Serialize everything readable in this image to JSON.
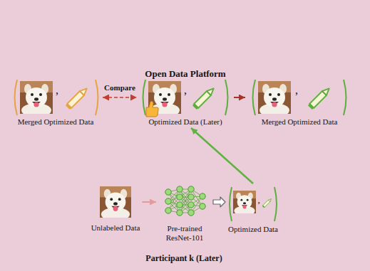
{
  "diagram": {
    "nodes": [
      {
        "text": [
          "Open Data Platform"
        ]
      },
      {
        "text": [
          "Merged Optimized Data"
        ],
        "in": 0
      },
      {
        "text": [
          "Optimized Data (Later)"
        ],
        "in": 0
      },
      {
        "text": [
          "Merged Optimized Data"
        ],
        "in": 0
      },
      {
        "text": [
          "Participant k (Later)"
        ]
      },
      {
        "text": [
          "Unlabeled Data"
        ],
        "in": 4
      },
      {
        "text": [
          "Pre-trained ResNet-101"
        ],
        "in": 4
      },
      {
        "text": [
          "Optimized Data"
        ],
        "in": 4
      }
    ],
    "edges": [
      {
        "from": 1,
        "to": 2,
        "arrow": "both",
        "label": "Compare"
      },
      {
        "from": 2,
        "to": 3,
        "arrow": "to"
      },
      {
        "from": 7,
        "to": 2,
        "arrow": "to"
      },
      {
        "from": 5,
        "to": 6,
        "arrow": "to"
      },
      {
        "from": 6,
        "to": 7,
        "arrow": "to"
      }
    ],
    "labels": [
      ",",
      ",",
      ",",
      ","
    ]
  }
}
